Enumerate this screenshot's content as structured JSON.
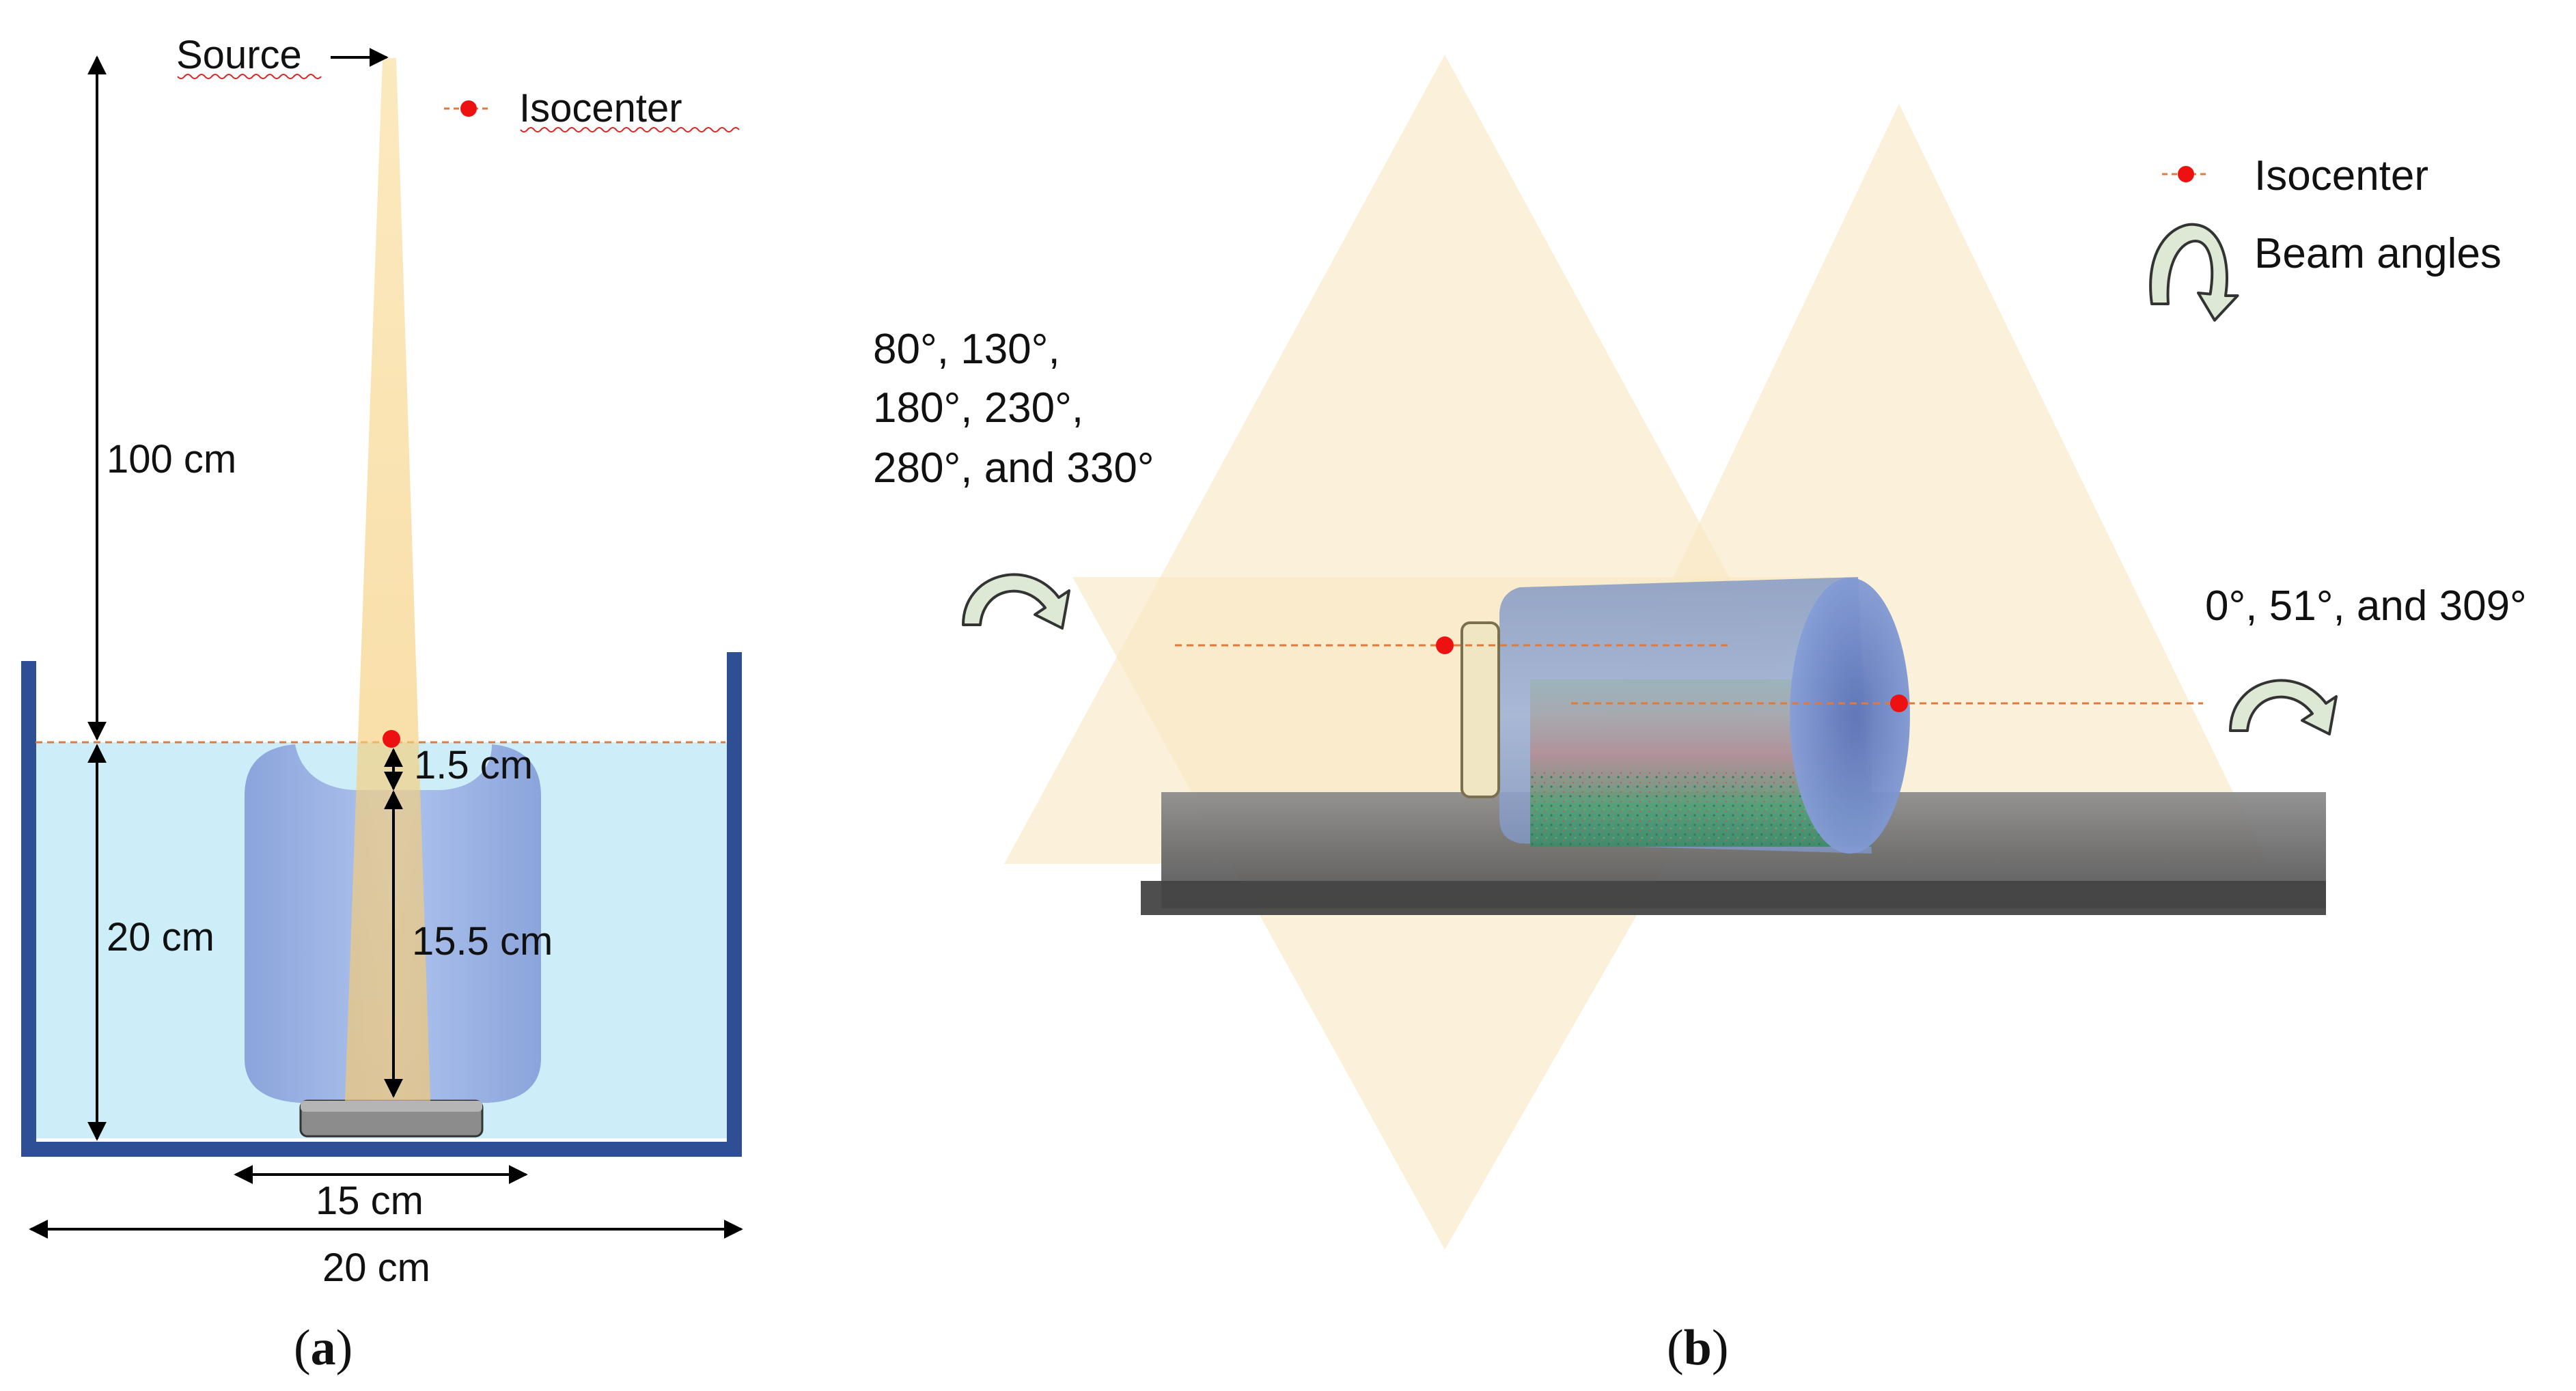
{
  "panel_a": {
    "source_label": "Source",
    "legend_isocenter": "Isocenter",
    "dim_sad": "100 cm",
    "dim_depth": "20 cm",
    "dim_top": "1.5 cm",
    "dim_inner": "15.5 cm",
    "dim_width_inner": "15 cm",
    "dim_width_outer": "20 cm",
    "caption_open": "(",
    "caption_letter": "a",
    "caption_close": ")"
  },
  "panel_b": {
    "legend_isocenter": "Isocenter",
    "legend_beam": "Beam angles",
    "angles_left_1": "80°, 130°,",
    "angles_left_2": "180°, 230°,",
    "angles_left_3": "280°, and 330°",
    "angles_right": "0°, 51°, and 309°",
    "caption_open": "(",
    "caption_letter": "b",
    "caption_close": ")"
  },
  "colors": {
    "water": "#cdeef8",
    "tank": "#2f4f94",
    "beam": "#f7d48a",
    "bottle": "#8fa6e0",
    "isocenter": "#ee1111",
    "couch": "#555555"
  }
}
